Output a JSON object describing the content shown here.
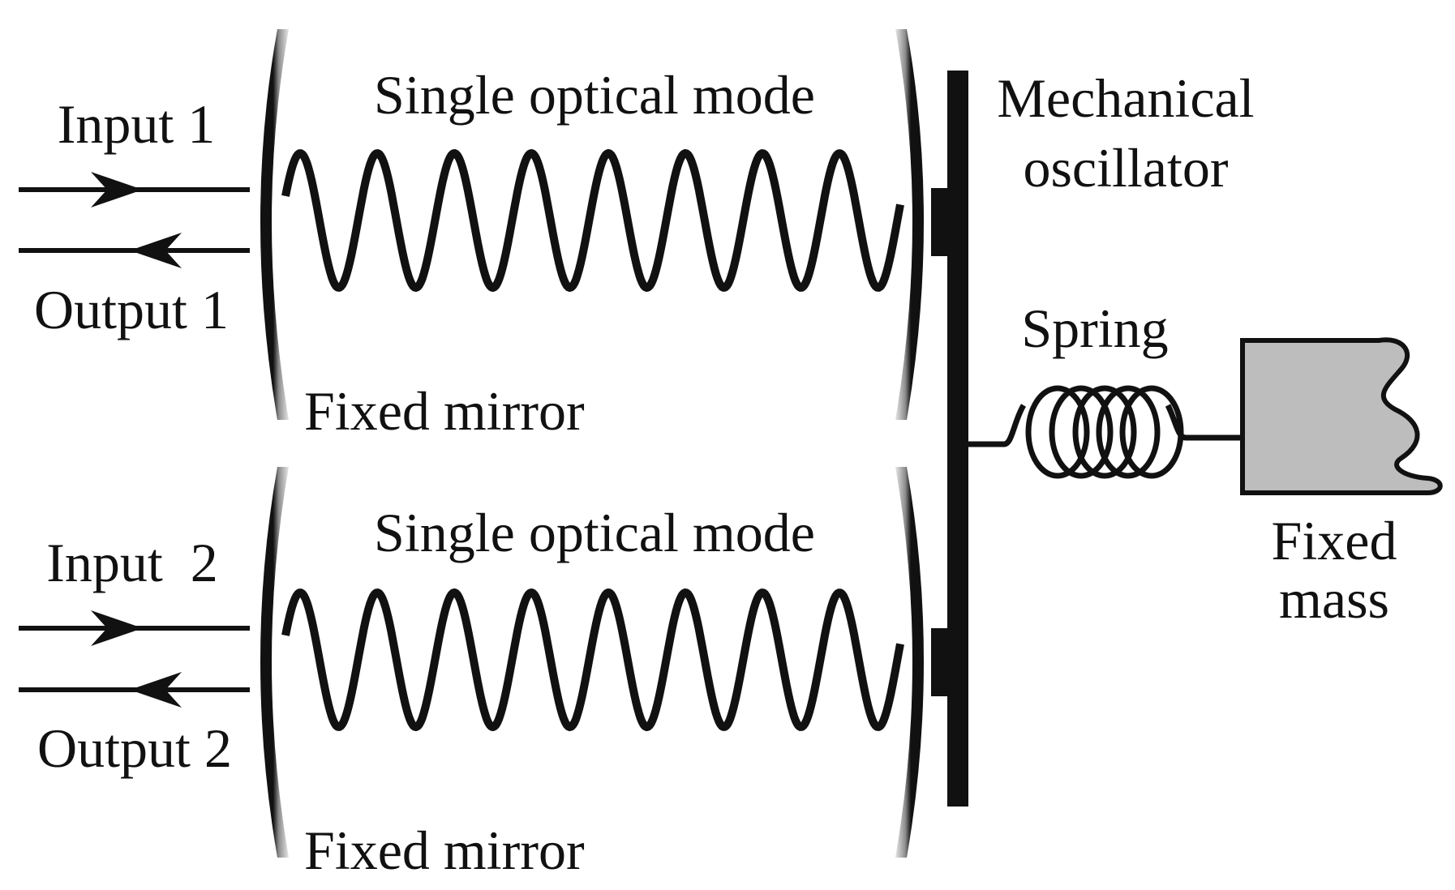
{
  "cavity_1": {
    "input_label": "Input 1",
    "output_label": "Output 1",
    "mode_label": "Single optical mode",
    "mirror_label": "Fixed mirror"
  },
  "cavity_2": {
    "input_label": "Input  2",
    "output_label": "Output 2",
    "mode_label": "Single optical mode",
    "mirror_label": "Fixed mirror"
  },
  "oscillator": {
    "label_line1": "Mechanical",
    "label_line2": "oscillator"
  },
  "spring": {
    "label": "Spring"
  },
  "fixed_mass": {
    "label_line1": "Fixed",
    "label_line2": "mass"
  },
  "colors": {
    "ink": "#111111",
    "mass_fill": "#bdbdbd",
    "mirror_highlight": "#9a9a9a",
    "background": "#ffffff"
  }
}
